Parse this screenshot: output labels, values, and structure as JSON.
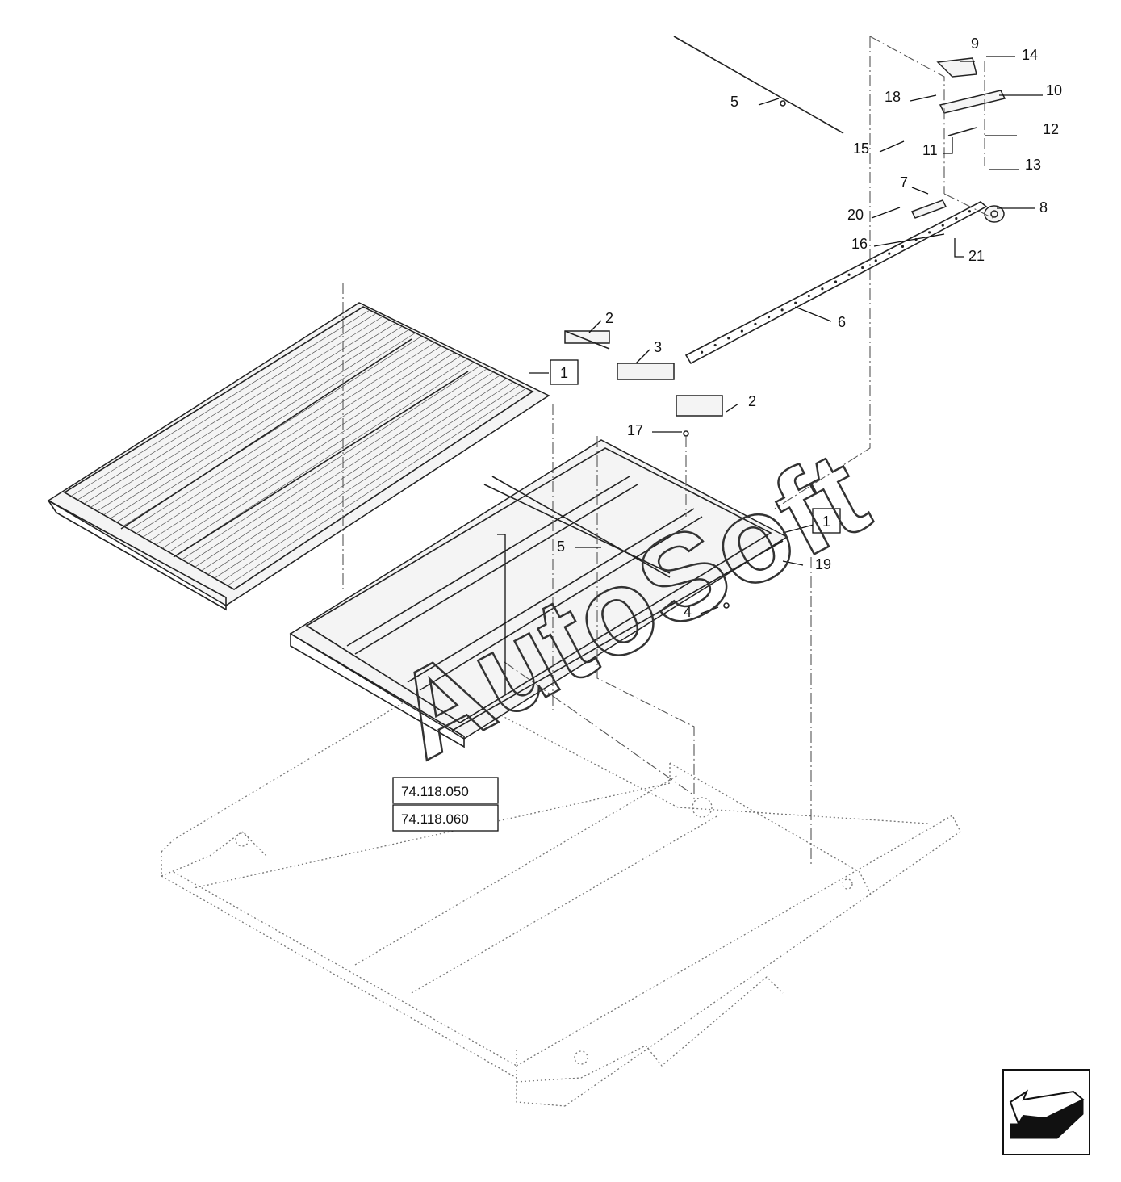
{
  "callouts": [
    "1",
    "2",
    "3",
    "4",
    "5",
    "6",
    "7",
    "8",
    "9",
    "10",
    "11",
    "12",
    "13",
    "14",
    "15",
    "16",
    "17",
    "18",
    "19",
    "20",
    "21"
  ],
  "ref_boxes": {
    "box_1": "1",
    "box_2": "74.118.050",
    "box_3": "74.118.060"
  },
  "watermark": "AutoSoft",
  "icons": {
    "view_direction": "arrow-direction-icon"
  }
}
